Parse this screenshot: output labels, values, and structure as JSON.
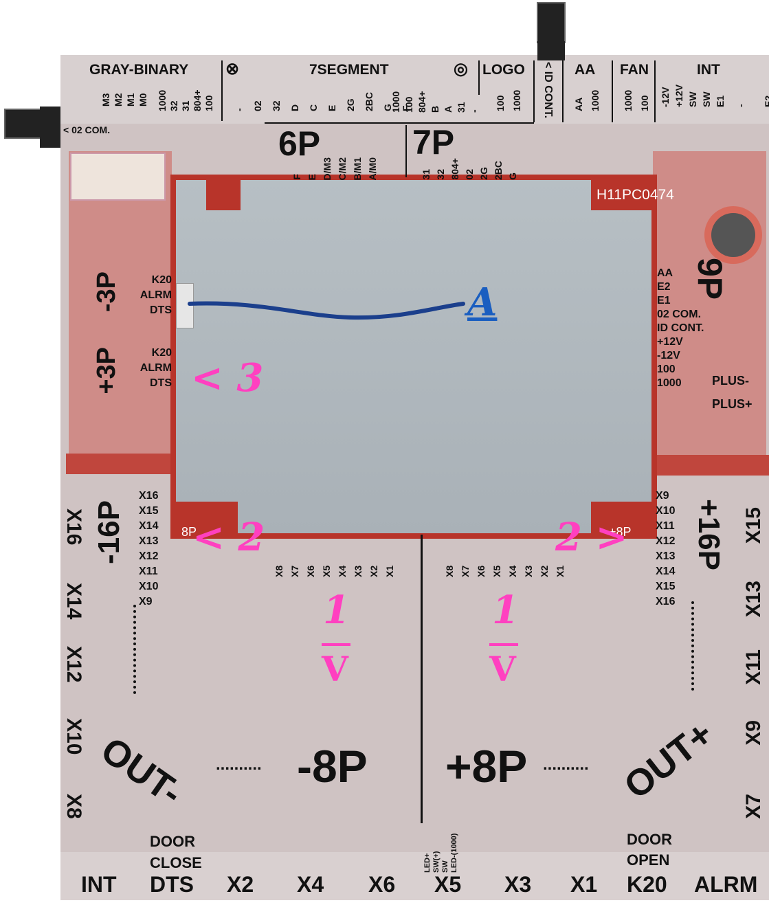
{
  "top": {
    "groups": [
      "GRAY-BINARY",
      "7SEGMENT",
      "LOGO",
      "AA",
      "FAN",
      "INT"
    ],
    "gray_binary_pins": [
      "M3",
      "M2",
      "M1",
      "M0",
      "1000",
      "32",
      "31",
      "804+",
      "100"
    ],
    "seg_pins_a": [
      "-",
      "02",
      "32",
      "D",
      "C",
      "E",
      "2G",
      "2BC",
      "G",
      "F"
    ],
    "seg_pins_b": [
      "1000",
      "100",
      "804+",
      "B",
      "A",
      "31",
      "-"
    ],
    "logo_pins": [
      "100",
      "1000"
    ],
    "id_cont": "< ID CONT.",
    "aa_pins": [
      "AA",
      "1000"
    ],
    "fan_pins": [
      "1000",
      "100"
    ],
    "int_pins": [
      "-12V",
      "+12V",
      "SW",
      "SW",
      "E1",
      "-",
      "E2"
    ],
    "com_label": "< 02 COM.",
    "p6": "6P",
    "p7": "7P",
    "p6_pins": [
      "F",
      "E",
      "D/M3",
      "C/M2",
      "B/M1",
      "A/M0"
    ],
    "p7_pins": [
      "31",
      "32",
      "804+",
      "02",
      "2G",
      "2BC",
      "G"
    ]
  },
  "left": {
    "minus3p": "-3P",
    "plus3p": "+3P",
    "upper_pins": [
      "K20",
      "ALRM",
      "DTS"
    ],
    "lower_pins": [
      "K20",
      "ALRM",
      "DTS"
    ],
    "minus16p": "-16P",
    "pins16": [
      "X16",
      "X15",
      "X14",
      "X13",
      "X12",
      "X11",
      "X10",
      "X9"
    ],
    "edge": [
      "X16",
      "X14",
      "X12",
      "X10",
      "X8"
    ]
  },
  "right": {
    "p9": "9P",
    "pins9": [
      "AA",
      "E2",
      "E1",
      "02 COM.",
      "ID CONT.",
      "+12V",
      "-12V",
      "100",
      "1000"
    ],
    "plus_minus": "PLUS-",
    "plus_plus": "PLUS+",
    "plus16p": "+16P",
    "pins16": [
      "X9",
      "X10",
      "X11",
      "X12",
      "X13",
      "X14",
      "X15",
      "X16"
    ],
    "edge": [
      "X15",
      "X13",
      "X11",
      "X9",
      "X7"
    ]
  },
  "center": {
    "minus8p": "-8P",
    "plus8p": "+8P",
    "out_minus": "OUT-",
    "out_plus": "OUT+",
    "pins8_left": [
      "X8",
      "X7",
      "X6",
      "X5",
      "X4",
      "X3",
      "X2",
      "X1"
    ],
    "pins8_right": [
      "X8",
      "X7",
      "X6",
      "X5",
      "X4",
      "X3",
      "X2",
      "X1"
    ],
    "dots": "..........",
    "marker_a": "A",
    "marker_3": "< 3",
    "marker_2l": "< 2",
    "marker_2r": "2 >",
    "marker_1": "1",
    "arrow_down": "V",
    "silk_8p_left": "8P",
    "silk_8p_right": "+8P",
    "silk_model": "H11PC0474"
  },
  "bottom": {
    "labels": [
      "INT",
      "DTS",
      "X2",
      "X4",
      "X6",
      "X5",
      "X3",
      "X1",
      "K20",
      "ALRM"
    ],
    "door_close": [
      "DOOR",
      "CLOSE"
    ],
    "door_open": [
      "DOOR",
      "OPEN"
    ],
    "x5_pins": [
      "LED+",
      "SW(+)",
      "SW",
      "LED-(1000)"
    ]
  },
  "colors": {
    "pink": "#ff40c0",
    "blue": "#1a5ec0",
    "pcb": "#cfc3c3",
    "lcd": "#b0b8bd"
  }
}
